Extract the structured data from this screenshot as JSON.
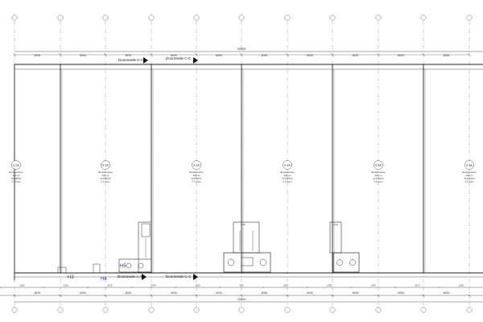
{
  "plan": {
    "overall_dimension": "76500",
    "bay_dimension": "6000",
    "section_labels": {
      "aa": "Doorsnede A-A",
      "cc": "Doorsnede C-C"
    },
    "height_tags": [
      "H3",
      "H4",
      "H5"
    ],
    "units": [
      {
        "id": "0.1A",
        "lines": [
          "Bedrijfsruimte",
          "450 m²",
          "bedrijfshal",
          "0.1 bruto"
        ]
      },
      {
        "id": "0.2A",
        "lines": [
          "Bedrijfsruimte",
          "450 m²",
          "bedrijfshal",
          "0.2 bruto"
        ]
      },
      {
        "id": "0.3A",
        "lines": [
          "Bedrijfsruimte",
          "450 m²",
          "bedrijfshal",
          "0.3 bruto"
        ]
      },
      {
        "id": "0.4A",
        "lines": [
          "Bedrijfsruimte",
          "450 m²",
          "bedrijfshal",
          "0.4 bruto"
        ]
      },
      {
        "id": "0.5A",
        "lines": [
          "Bedrijfsruimte",
          "450 m²",
          "bedrijfshal",
          "0.5 bruto"
        ]
      },
      {
        "id": "0.6A",
        "lines": [
          "Bedrijfsruimte",
          "450 m²",
          "bedrijfshal",
          "0.6 bruto"
        ]
      }
    ],
    "stair_labels": [
      "0.02",
      "0.04"
    ],
    "bottom_dims": [
      "1250",
      "1315",
      "1475",
      "1475",
      "1315",
      "320",
      "1250",
      "1250",
      "1475",
      "1475",
      "1250"
    ],
    "colors": {
      "line": "#333333",
      "grid": "#888888",
      "tag": "#2a2ab0",
      "bubble": "#666666"
    }
  }
}
